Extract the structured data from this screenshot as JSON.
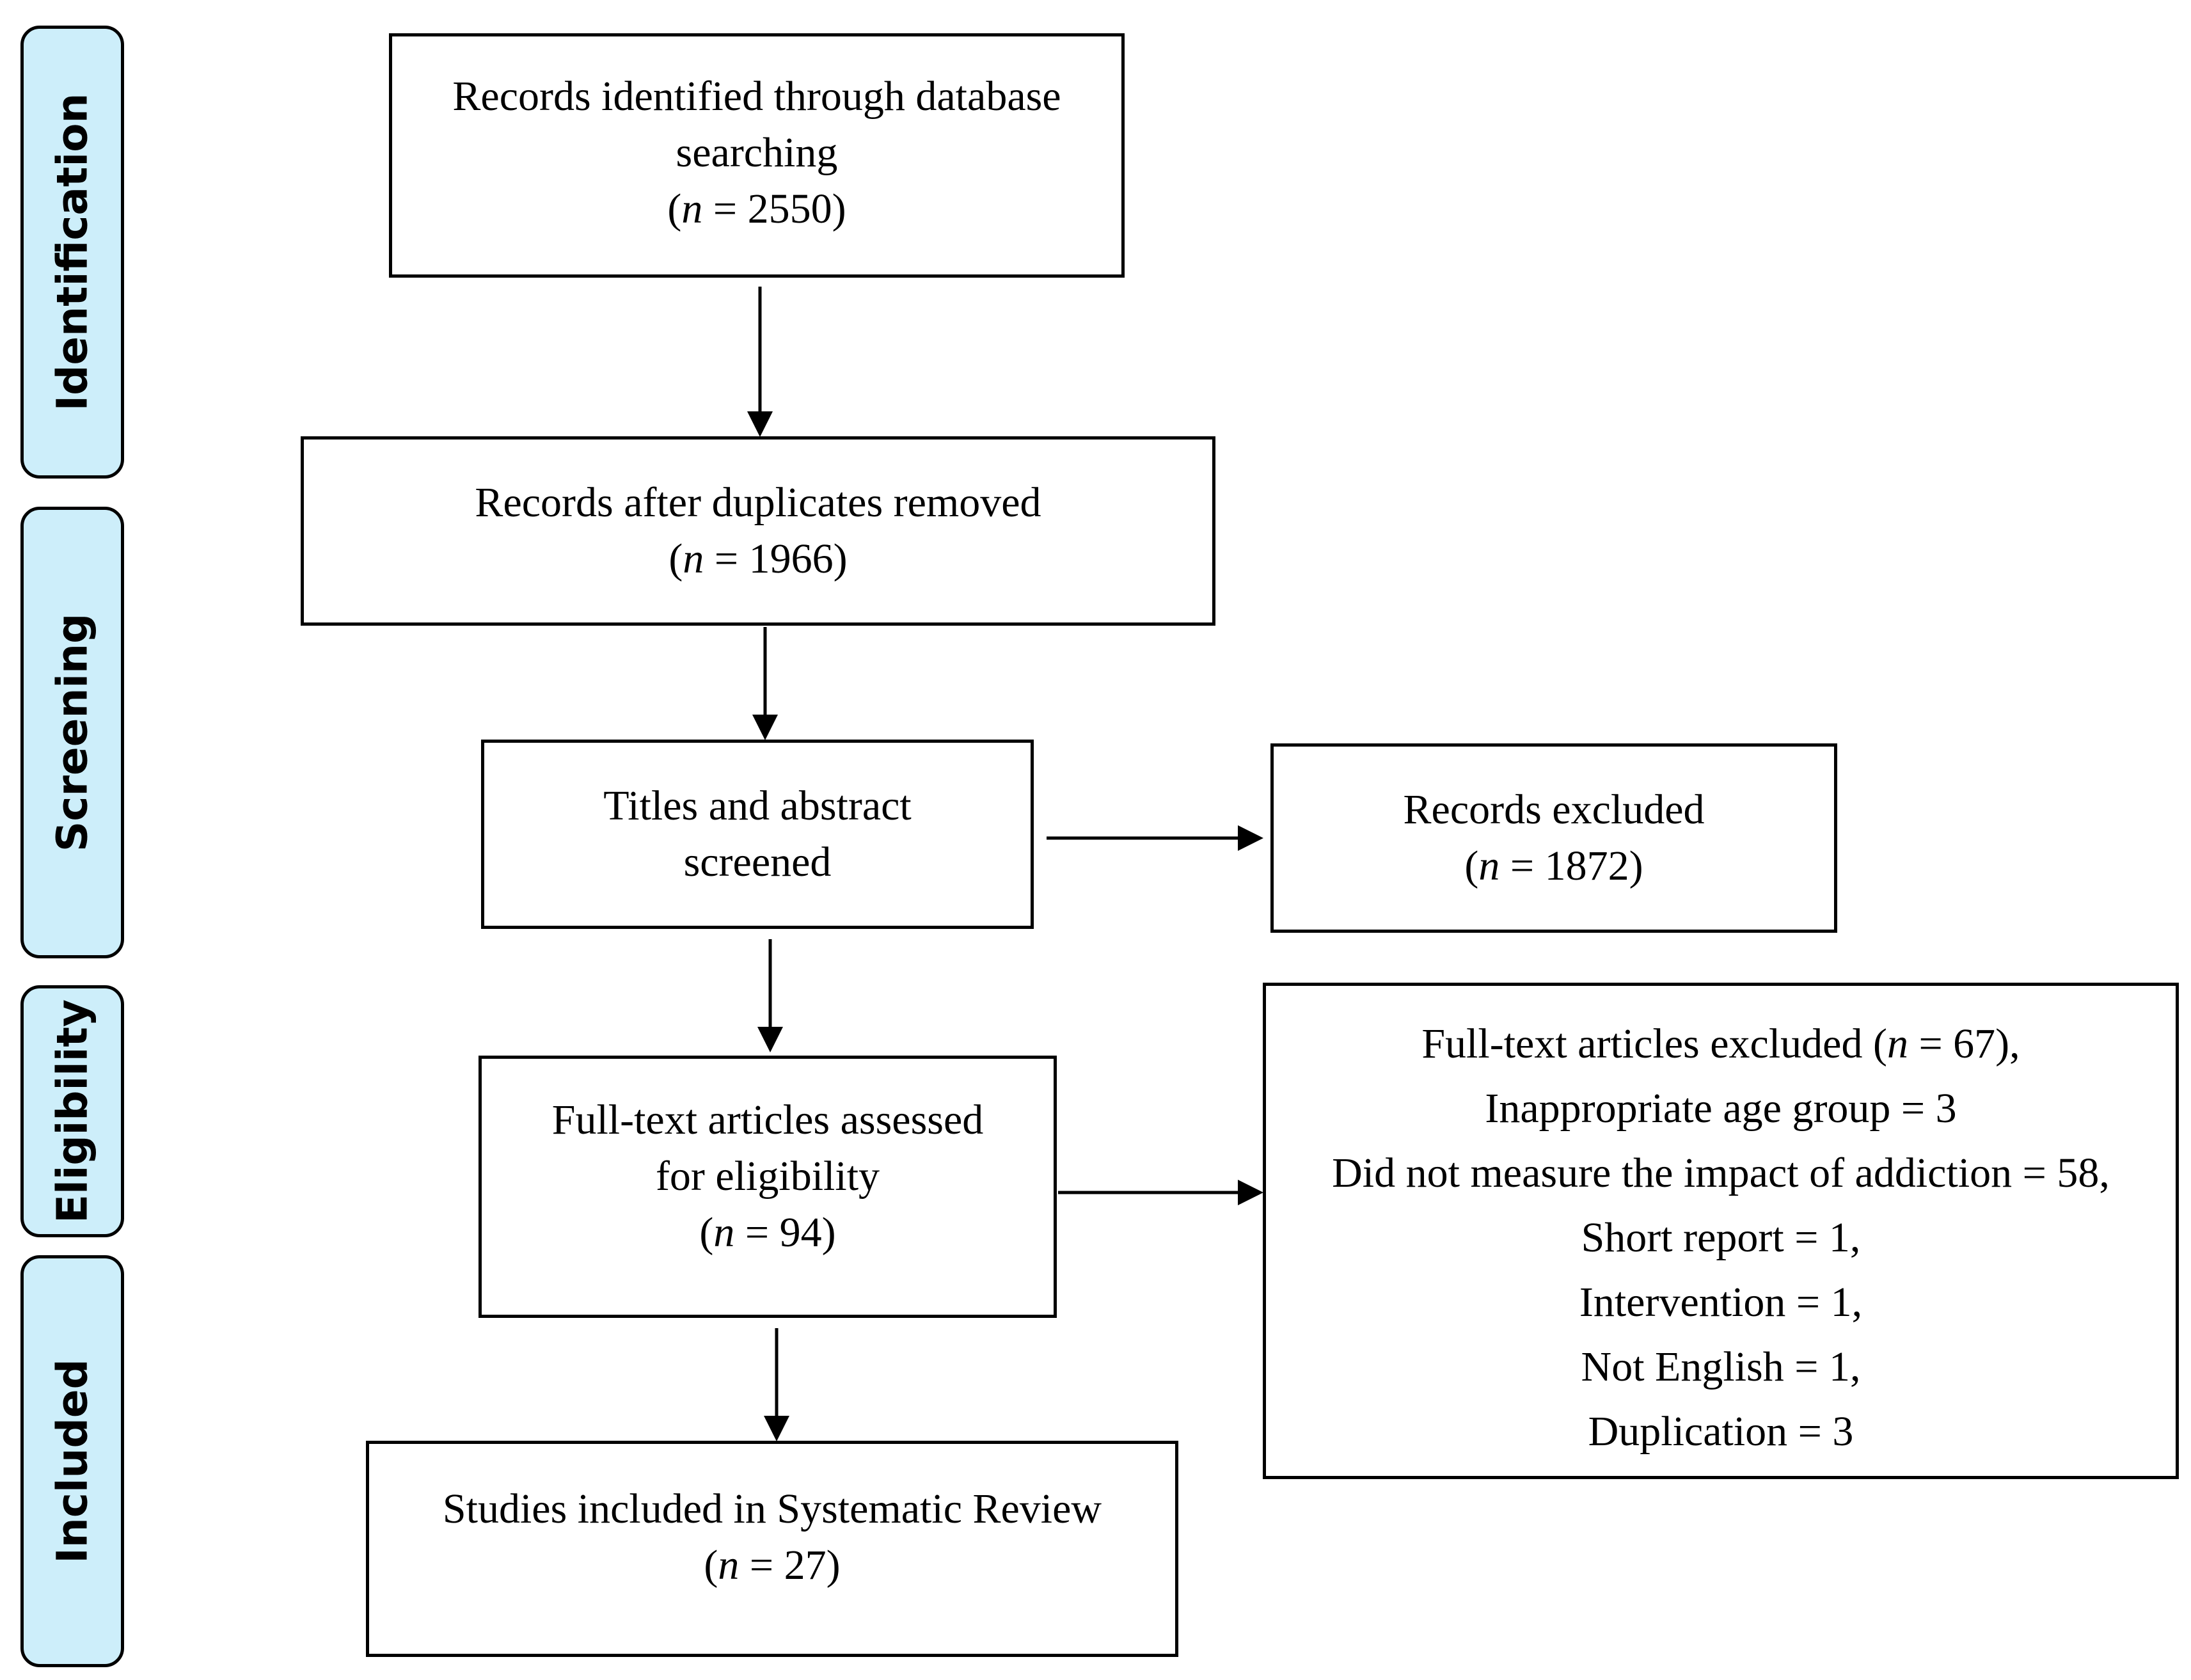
{
  "colors": {
    "phase_fill": "#cdeefa",
    "stroke": "#000000",
    "background": "#ffffff"
  },
  "phases": {
    "identification": "Identification",
    "screening": "Screening",
    "eligibility": "Eligibility",
    "included": "Included"
  },
  "boxes": {
    "identified": {
      "line1": "Records identified through database",
      "line2": "searching",
      "n": "2550"
    },
    "duplicates_removed": {
      "line1": "Records after duplicates removed",
      "n": "1966"
    },
    "screened": {
      "line1": "Titles and abstract",
      "line2": "screened"
    },
    "records_excluded": {
      "line1": "Records excluded",
      "n": "1872"
    },
    "full_text_assessed": {
      "line1": "Full-text articles assessed",
      "line2": "for eligibility",
      "n": "94"
    },
    "full_text_excluded": {
      "heading_prefix": "Full-text articles excluded (",
      "heading_n": "67",
      "heading_suffix": "),",
      "reasons": [
        "Inappropriate age group = 3",
        "Did not measure the impact of addiction = 58,",
        "Short report = 1,",
        "Intervention = 1,",
        "Not English = 1,",
        "Duplication = 3"
      ]
    },
    "included": {
      "line1": "Studies included in Systematic Review",
      "n": "27"
    }
  }
}
